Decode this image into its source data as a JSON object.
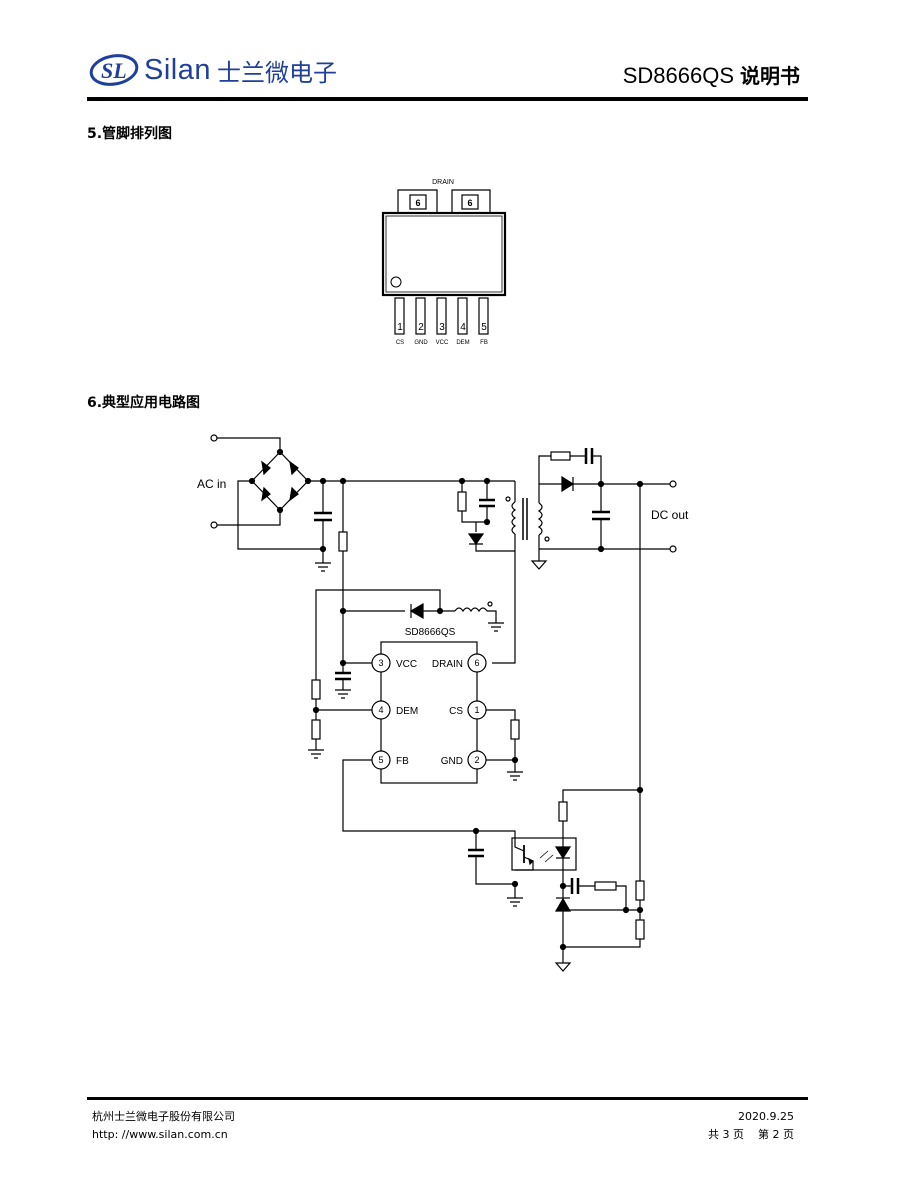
{
  "header": {
    "brand": "Silan",
    "brand_cn": "士兰微电子",
    "doc_model": "SD8666QS",
    "doc_type": "说明书"
  },
  "sections": {
    "pinout_title": "5.管脚排列图",
    "app_title": "6.典型应用电路图"
  },
  "pinout": {
    "drain_label": "DRAIN",
    "tab_pin_numbers": [
      "6",
      "6"
    ],
    "pin_numbers": [
      "1",
      "2",
      "3",
      "4",
      "5"
    ],
    "pin_names": [
      "CS",
      "GND",
      "VCC",
      "DEM",
      "FB"
    ]
  },
  "circuit": {
    "ac_in_label": "AC in",
    "dc_out_label": "DC out",
    "chip_name": "SD8666QS",
    "left_pins": [
      {
        "num": "3",
        "name": "VCC"
      },
      {
        "num": "4",
        "name": "DEM"
      },
      {
        "num": "5",
        "name": "FB"
      }
    ],
    "right_pins": [
      {
        "num": "6",
        "name": "DRAIN"
      },
      {
        "num": "1",
        "name": "CS"
      },
      {
        "num": "2",
        "name": "GND"
      }
    ]
  },
  "footer": {
    "company": "杭州士兰微电子股份有限公司",
    "url": "http: //www.silan.com.cn",
    "date": "2020.9.25",
    "total_pages": "共 3 页",
    "current_page": "第 2 页"
  }
}
